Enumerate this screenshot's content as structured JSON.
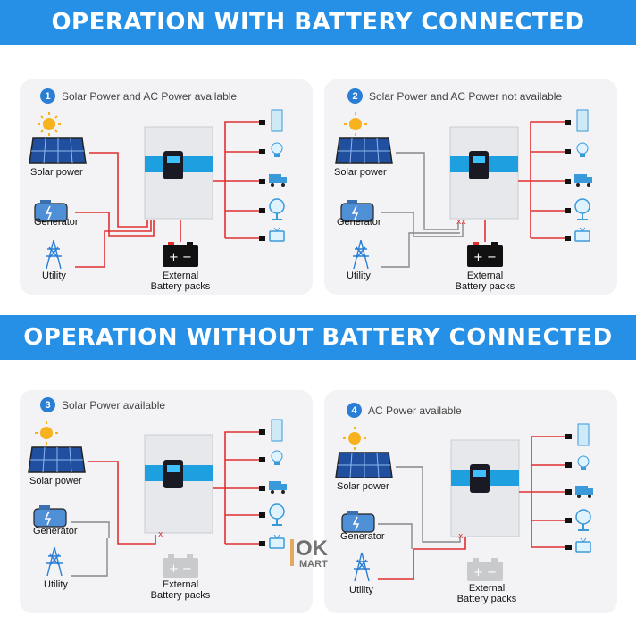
{
  "banners": {
    "with_battery": "OPERATION WITH BATTERY CONNECTED",
    "without_battery": "OPERATION WITHOUT BATTERY CONNECTED"
  },
  "panels": [
    {
      "number": "1",
      "title": "Solar Power and AC Power available",
      "solar": "Solar power",
      "generator": "Generator",
      "utility": "Utility",
      "battery_line1": "External",
      "battery_line2": "Battery packs",
      "battery_active": true
    },
    {
      "number": "2",
      "title": "Solar Power and AC Power not available",
      "solar": "Solar power",
      "generator": "Generator",
      "utility": "Utility",
      "battery_line1": "External",
      "battery_line2": "Battery packs",
      "battery_active": true
    },
    {
      "number": "3",
      "title": "Solar Power available",
      "solar": "Solar power",
      "generator": "Generator",
      "utility": "Utility",
      "battery_line1": "External",
      "battery_line2": "Battery packs",
      "battery_active": false
    },
    {
      "number": "4",
      "title": "AC Power available",
      "solar": "Solar power",
      "generator": "Generator",
      "utility": "Utility",
      "battery_line1": "External",
      "battery_line2": "Battery packs",
      "battery_active": false
    }
  ],
  "watermark": {
    "line1": "OK",
    "line2": "MART"
  },
  "colors": {
    "banner": "#2590e6",
    "wire_active": "#e03030",
    "wire_idle": "#888888",
    "panel_bg": "#f3f3f5",
    "inverter_band": "#1ea0e0"
  }
}
